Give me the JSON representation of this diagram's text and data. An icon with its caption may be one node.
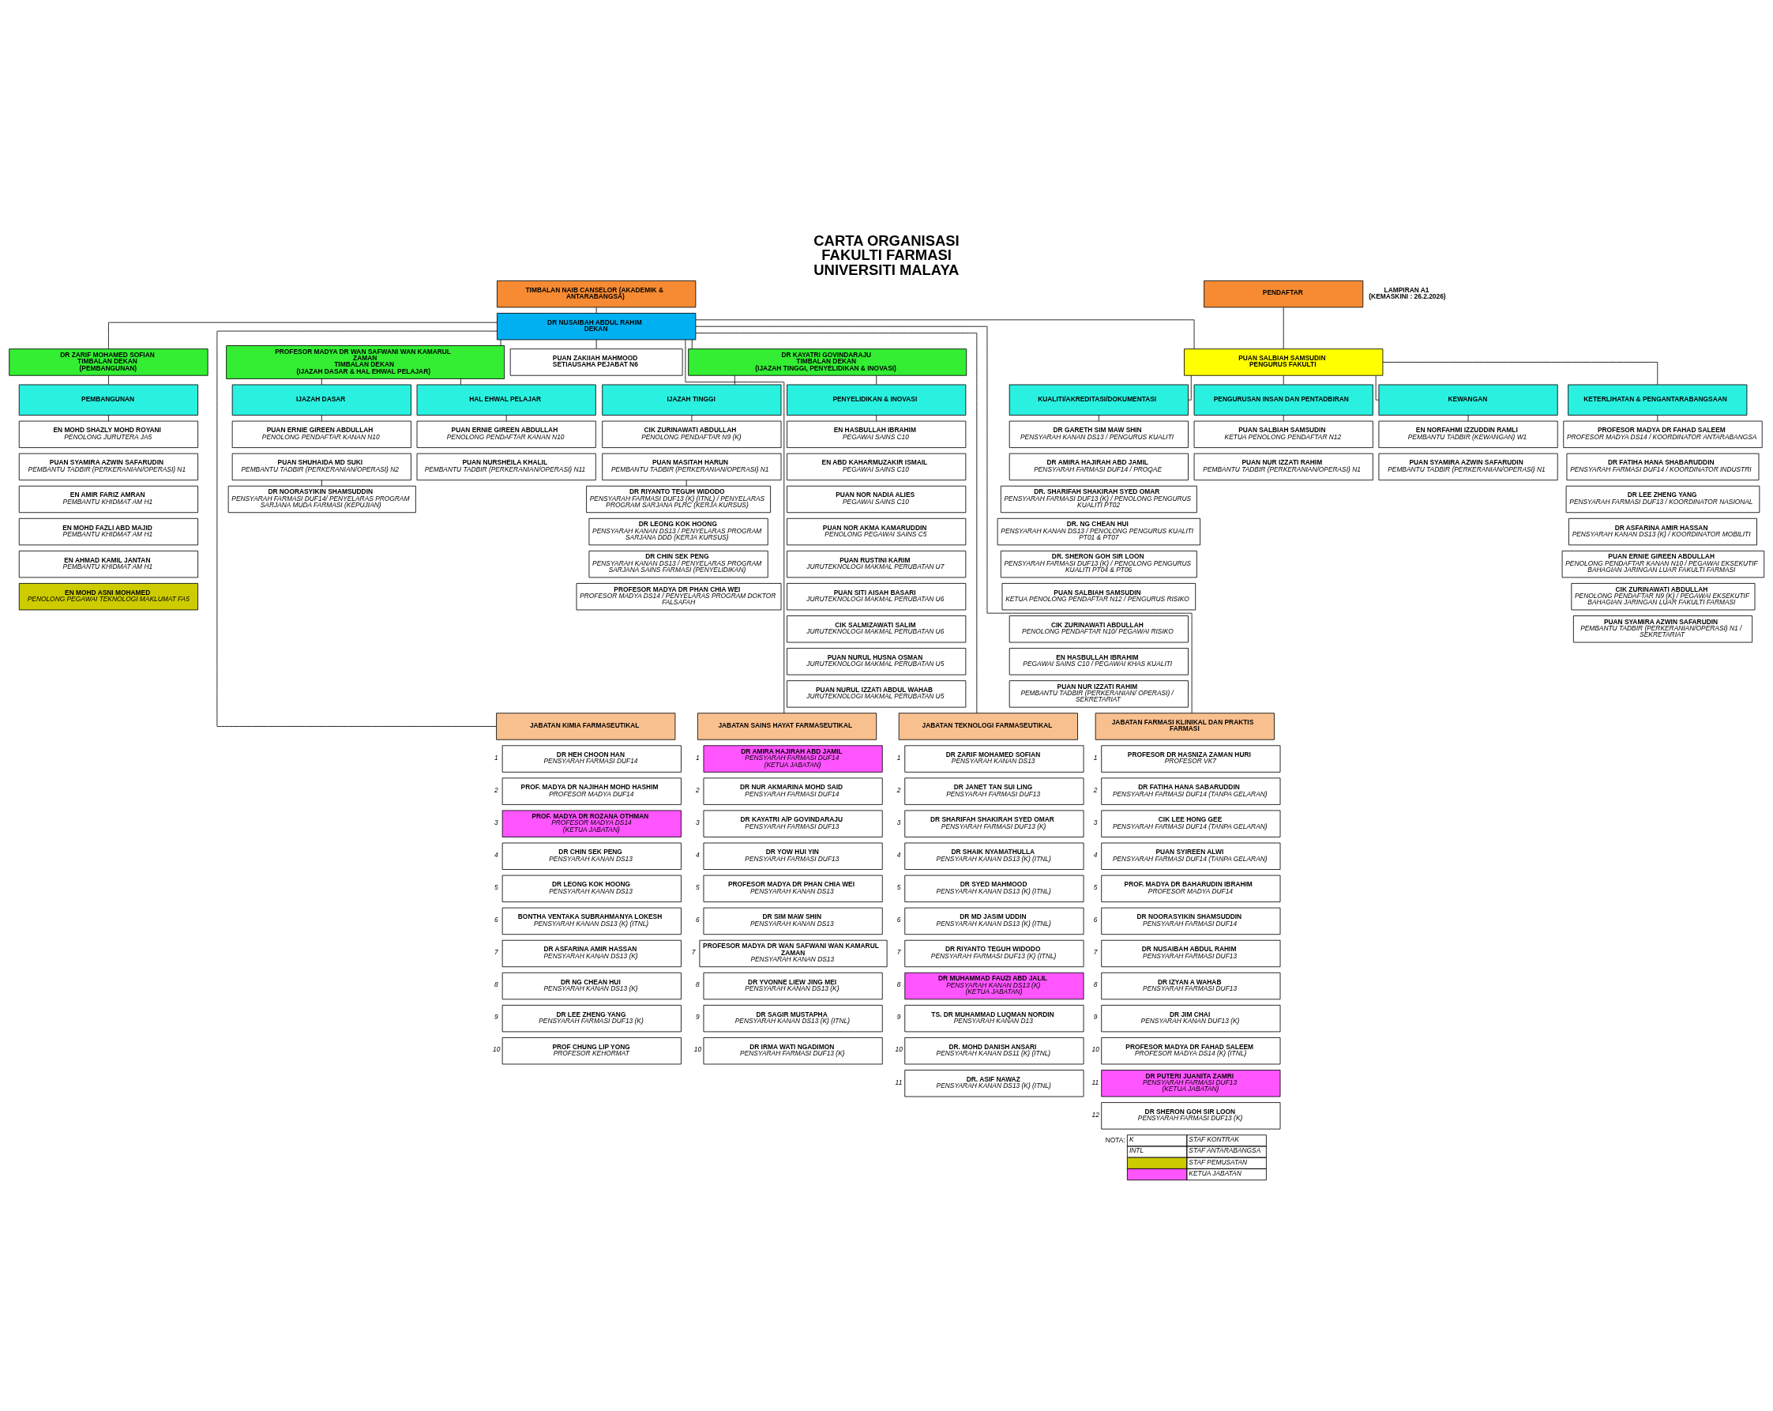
{
  "diagram": {
    "title": "CARTA ORGANISASI FAKULTI FARMASI UNIVERSITI MALAYA",
    "nodes": [
      {
        "text": [
          "TIMBALAN NAIB CANSELOR (AKADEMIK & ANTARABANGSA)"
        ]
      },
      {
        "text": [
          "PENDAFTAR"
        ]
      },
      {
        "text": [
          "DR NUSAIBAH ABDUL RAHIM",
          "DEKAN"
        ]
      },
      {
        "text": [
          "PUAN ZAKIIAH MAHMOOD",
          "SETIAUSAHA PEJABAT N6"
        ]
      },
      {
        "text": [
          "PROFESOR MADYA DR WAN SAFWANI WAN KAMARUL ZAMAN",
          "TIMBALAN DEKAN",
          "(IJAZAH DASAR & HAL EHWAL PELAJAR)"
        ]
      },
      {
        "text": [
          "DR KAYATRI GOVINDARAJU",
          "TIMBALAN DEKAN",
          "(IJAZAH TINGGI, PENYELIDIKAN & INOVASI)"
        ]
      },
      {
        "text": [
          "DR ZARIF MOHAMED SOFIAN",
          "TIMBALAN DEKAN",
          "(PEMBANGUNAN)"
        ]
      },
      {
        "text": [
          "PUAN SALBIAH SAMSUDIN",
          "PENGURUS FAKULTI"
        ]
      },
      {
        "text": [
          "IJAZAH DASAR"
        ]
      },
      {
        "text": [
          "HAL EHWAL PELAJAR"
        ]
      },
      {
        "text": [
          "IJAZAH TINGGI"
        ]
      },
      {
        "text": [
          "PENYELIDIKAN & INOVASI"
        ]
      },
      {
        "text": [
          "PEMBANGUNAN"
        ]
      },
      {
        "text": [
          "PENGURUSAN INSAN DAN PENTADBIRAN"
        ]
      },
      {
        "text": [
          "KUALITI/AKREDITASI/DOKUMENTASI"
        ]
      },
      {
        "text": [
          "KEWANGAN"
        ]
      },
      {
        "text": [
          "KETERLIHATAN & PENGANTARABANGSAAN"
        ]
      },
      {
        "text": [
          "PUAN ERNIE GIREEN ABDULLAH",
          "PENOLONG PENDAFTAR KANAN N10"
        ]
      },
      {
        "text": [
          "PUAN SHUHAIDA MD SUKI",
          "PEMBANTU TADBIR (PERKERANIAN/OPERASI) N2"
        ]
      },
      {
        "text": [
          "DR NOORASYIKIN SHAMSUDDIN",
          "PENSYARAH FARMASI DUF14/ PENYELARAS PROGRAM SARJANA MUDA FARMASI (KEPUJIAN)"
        ]
      },
      {
        "text": [
          "PUAN ERNIE GIREEN ABDULLAH",
          "PENOLONG PENDAFTAR KANAN N10"
        ]
      },
      {
        "text": [
          "PUAN NURSHEILA KHALIL",
          "PEMBANTU TADBIR (PERKERANIAN/OPERASI) N11"
        ]
      },
      {
        "text": [
          "CIK ZURINAWATI ABDULLAH",
          "PENOLONG PENDAFTAR N9 (K)"
        ]
      },
      {
        "text": [
          "PUAN MASITAH HARUN",
          "PEMBANTU TADBIR (PERKERANIAN/OPERASI) N1"
        ]
      },
      {
        "text": [
          "DR RIYANTO TEGUH WIDODO",
          "PENSYARAH FARMASI DUF13 (K) (ITNL) / PENYELARAS PROGRAM SARJANA PLRC (KERJA KURSUS)"
        ]
      },
      {
        "text": [
          "DR LEONG KOK HOONG",
          "PENSYARAH KANAN DS13 / PENYELARAS PROGRAM SARJANA DDD (KERJA KURSUS)"
        ]
      },
      {
        "text": [
          "DR CHIN SEK PENG",
          "PENSYARAH KANAN DS13 / PENYELARAS PROGRAM SARJANA SAINS FARMASI (PENYELIDIKAN)"
        ]
      },
      {
        "text": [
          "PROFESOR MADYA DR PHAN CHIA WEI",
          "PROFESOR MADYA DS14 / PENYELARAS PROGRAM DOKTOR FALSAFAH"
        ]
      },
      {
        "text": [
          "EN HASBULLAH IBRAHIM",
          "PEGAWAI SAINS C10"
        ]
      },
      {
        "text": [
          "EN ABD KAHARMUZAKIR ISMAIL",
          "PEGAWAI SAINS C10"
        ]
      },
      {
        "text": [
          "PUAN NOR NADIA ALIES",
          "PEGAWAI SAINS C10"
        ]
      },
      {
        "text": [
          "PUAN NOR AKMA KAMARUDDIN",
          "PENOLONG PEGAWAI SAINS C5"
        ]
      },
      {
        "text": [
          "PUAN RUSTINI KARIM",
          "JURUTEKNOLOGI MAKMAL PERUBATAN U7"
        ]
      },
      {
        "text": [
          "PUAN SITI AISAH BASARI",
          "JURUTEKNOLOGI MAKMAL PERUBATAN U6"
        ]
      },
      {
        "text": [
          "CIK SALMIZAWATI SALIM",
          "JURUTEKNOLOGI MAKMAL PERUBATAN U6"
        ]
      },
      {
        "text": [
          "PUAN NURUL HUSNA OSMAN",
          "JURUTEKNOLOGI MAKMAL PERUBATAN U5"
        ]
      },
      {
        "text": [
          "PUAN NURUL IZZATI ABDUL WAHAB",
          "JURUTEKNOLOGI MAKMAL PERUBATAN U5"
        ]
      },
      {
        "text": [
          "EN MOHD SHAZLY MOHD ROYANI",
          "PENOLONG JURUTERA JA5"
        ]
      },
      {
        "text": [
          "PUAN SYAMIRA AZWIN SAFARUDIN",
          "PEMBANTU TADBIR (PERKERANIAN/OPERASI) N1"
        ]
      },
      {
        "text": [
          "EN AMIR FARIZ AMRAN",
          "PEMBANTU KHIDMAT AM H1"
        ]
      },
      {
        "text": [
          "EN MOHD FAZLI ABD MAJID",
          "PEMBANTU KHIDMAT AM H1"
        ]
      },
      {
        "text": [
          "EN AHMAD KAMIL JANTAN",
          "PEMBANTU KHIDMAT AM H1"
        ]
      },
      {
        "text": [
          "EN MOHD ASNI MOHAMED",
          "PENOLONG PEGAWAI TEKNOLOGI MAKLUMAT FA5"
        ]
      },
      {
        "text": [
          "PUAN SALBIAH SAMSUDIN",
          "KETUA PENOLONG PENDAFTAR N12"
        ]
      },
      {
        "text": [
          "PUAN NUR IZZATI RAHIM",
          "PEMBANTU TADBIR (PERKERANIAN/OPERASI) N1"
        ]
      },
      {
        "text": [
          "DR GARETH SIM MAW SHIN",
          "PENSYARAH KANAN DS13 / PENGURUS KUALITI"
        ]
      },
      {
        "text": [
          "DR AMIRA HAJIRAH ABD JAMIL",
          "PENSYARAH FARMASI DUF14 / PROQAE"
        ]
      },
      {
        "text": [
          "DR. SHARIFAH SHAKIRAH SYED OMAR",
          "PENSYARAH FARMASI DUF13 (K) / PENOLONG PENGURUS KUALITI PT02"
        ]
      },
      {
        "text": [
          "DR. NG CHEAN HUI",
          "PENSYARAH KANAN DS13 / PENOLONG PENGURUS KUALITI PT01 & PT07"
        ]
      },
      {
        "text": [
          "DR. SHERON GOH SIR LOON",
          "PENSYARAH FARMASI DUF13 (K) / PENOLONG PENGURUS KUALITI PT04 & PT06"
        ]
      },
      {
        "text": [
          "PUAN SALBIAH SAMSUDIN",
          "KETUA PENOLONG PENDAFTAR N12 / PENGURUS RISIKO"
        ]
      },
      {
        "text": [
          "CIK ZURINAWATI ABDULLAH",
          "PENOLONG PENDAFTAR N10/ PEGAWAI RISIKO"
        ]
      },
      {
        "text": [
          "EN HASBULLAH IBRAHIM",
          "PEGAWAI SAINS C10 / PEGAWAI KHAS KUALITI"
        ]
      },
      {
        "text": [
          "PUAN NUR IZZATI RAHIM",
          "PEMBANTU TADBIR (PERKERANIAN/ OPERASI) / SEKRETARIAT"
        ]
      },
      {
        "text": [
          "EN NORFAHMI IZZUDDIN RAMLI",
          "PEMBANTU TADBIR (KEWANGAN) W1"
        ]
      },
      {
        "text": [
          "PUAN SYAMIRA AZWIN SAFARUDIN",
          "PEMBANTU TADBIR (PERKERANIAN/OPERASI) N1"
        ]
      },
      {
        "text": [
          "PROFESOR MADYA DR FAHAD SALEEM",
          "PROFESOR MADYA DS14 / KOORDINATOR ANTARABANGSA"
        ]
      },
      {
        "text": [
          "DR FATIHA HANA SHABARUDDIN",
          "PENSYARAH FARMASI DUF14 / KOORDINATOR INDUSTRI"
        ]
      },
      {
        "text": [
          "DR LEE ZHENG YANG",
          "PENSYARAH FARMASI DUF13 / KOORDINATOR NASIONAL"
        ]
      },
      {
        "text": [
          "DR ASFARINA AMIR HASSAN",
          "PENSYARAH KANAN DS13 (K) / KOORDINATOR MOBILITI"
        ]
      },
      {
        "text": [
          "PUAN ERNIE GIREEN ABDULLAH",
          "PENOLONG PENDAFTAR KANAN N10 / PEGAWAI EKSEKUTIF BAHAGIAN JARINGAN LUAR FAKULTI FARMASI"
        ]
      },
      {
        "text": [
          "CIK ZURINAWATI ABDULLAH",
          "PENOLONG PENDAFTAR N9 (K) / PEGAWAI EKSEKUTIF BAHAGIAN JARINGAN LUAR FAKULTI FARMASI"
        ]
      },
      {
        "text": [
          "PUAN SYAMIRA AZWIN SAFARUDIN",
          "PEMBANTU TADBIR (PERKERANIAN/OPERASI) N1 / SEKRETARIAT"
        ]
      },
      {
        "text": [
          "JABATAN FARMASI KLINIKAL DAN PRAKTIS FARMASI"
        ]
      },
      {
        "text": [
          "PROFESOR DR HASNIZA ZAMAN HURI",
          "PROFESOR VK7"
        ],
        "beside": [
          "1"
        ]
      },
      {
        "text": [
          "DR FATIHA HANA SABARUDDIN",
          "PENSYARAH FARMASI DUF14 (TANPA GELARAN)"
        ],
        "beside": [
          "2"
        ]
      },
      {
        "text": [
          "CIK LEE HONG GEE",
          "PENSYARAH FARMASI DUF14 (TANPA GELARAN)"
        ],
        "beside": [
          "3"
        ]
      },
      {
        "text": [
          "PUAN SYIREEN ALWI",
          "PENSYARAH FARMASI DUF14 (TANPA GELARAN)"
        ],
        "beside": [
          "4"
        ]
      },
      {
        "text": [
          "PROF. MADYA DR BAHARUDIN IBRAHIM",
          "PROFESOR MADYA DUF14"
        ],
        "beside": [
          "5"
        ]
      },
      {
        "text": [
          "DR NOORASYIKIN SHAMSUDDIN",
          "PENSYARAH FARMASI DUF14"
        ],
        "beside": [
          "6"
        ]
      },
      {
        "text": [
          "DR NUSAIBAH ABDUL RAHIM",
          "PENSYARAH FARMASI DUF13"
        ],
        "beside": [
          "7"
        ]
      },
      {
        "text": [
          "DR IZYAN A WAHAB",
          "PENSYARAH FARMASI DUF13"
        ],
        "beside": [
          "8"
        ]
      },
      {
        "text": [
          "DR JIM CHAI",
          "PENSYARAH KANAN DUF13 (K)"
        ],
        "beside": [
          "9"
        ]
      },
      {
        "text": [
          "PROFESOR MADYA DR FAHAD SALEEM",
          "PROFESOR MADYA DS14 (K) (ITNL)"
        ],
        "beside": [
          "10"
        ]
      },
      {
        "text": [
          "DR PUTERI JUANITA ZAMRI",
          "PENSYARAH FARMASI DUF13",
          "(KETUA JABATAN)"
        ],
        "beside": [
          "11"
        ]
      },
      {
        "text": [
          "DR SHERON GOH SIR LOON",
          "PENSYARAH FARMASI DUF13 (K)"
        ],
        "beside": [
          "12"
        ]
      },
      {
        "text": [
          "JABATAN KIMIA FARMASEUTIKAL"
        ]
      },
      {
        "text": [
          "DR HEH CHOON HAN",
          "PENSYARAH FARMASI DUF14"
        ],
        "beside": [
          "1"
        ]
      },
      {
        "text": [
          "PROF. MADYA DR NAJIHAH MOHD HASHIM",
          "PROFESOR MADYA DUF14"
        ],
        "beside": [
          "2"
        ]
      },
      {
        "text": [
          "PROF. MADYA DR ROZANA OTHMAN",
          "PROFESOR MADYA DS14",
          "(KETUA JABATAN)"
        ],
        "beside": [
          "3"
        ]
      },
      {
        "text": [
          "DR CHIN SEK PENG",
          "PENSYARAH KANAN DS13"
        ],
        "beside": [
          "4"
        ]
      },
      {
        "text": [
          "DR LEONG KOK HOONG",
          "PENSYARAH KANAN DS13"
        ],
        "beside": [
          "5"
        ]
      },
      {
        "text": [
          "BONTHA VENTAKA SUBRAHMANYA LOKESH",
          "PENSYARAH KANAN DS13 (K) (ITNL)"
        ],
        "beside": [
          "6"
        ]
      },
      {
        "text": [
          "DR ASFARINA AMIR HASSAN",
          "PENSYARAH KANAN DS13 (K)"
        ],
        "beside": [
          "7"
        ]
      },
      {
        "text": [
          "DR NG CHEAN HUI",
          "PENSYARAH KANAN DS13 (K)"
        ],
        "beside": [
          "8"
        ]
      },
      {
        "text": [
          "DR LEE ZHENG YANG",
          "PENSYARAH FARMASI DUF13 (K)"
        ],
        "beside": [
          "9"
        ]
      },
      {
        "text": [
          "PROF CHUNG LIP YONG",
          "PROFESOR KEHORMAT"
        ],
        "beside": [
          "10"
        ]
      },
      {
        "text": [
          "JABATAN SAINS HAYAT FARMASEUTIKAL"
        ]
      },
      {
        "text": [
          "DR AMIRA HAJIRAH ABD JAMIL",
          "PENSYARAH FARMASI DUF14",
          "(KETUA JABATAN)"
        ],
        "beside": [
          "1"
        ]
      },
      {
        "text": [
          "DR NUR AKMARINA MOHD SAID",
          "PENSYARAH FARMASI DUF14"
        ],
        "beside": [
          "2"
        ]
      },
      {
        "text": [
          "DR KAYATRI A/P GOVINDARAJU",
          "PENSYARAH FARMASI DUF13"
        ],
        "beside": [
          "3"
        ]
      },
      {
        "text": [
          "DR YOW HUI YIN",
          "PENSYARAH FARMASI DUF13"
        ],
        "beside": [
          "4"
        ]
      },
      {
        "text": [
          "PROFESOR MADYA DR PHAN CHIA WEI",
          "PENSYARAH KANAN DS13"
        ],
        "beside": [
          "5"
        ]
      },
      {
        "text": [
          "DR SIM MAW SHIN",
          "PENSYARAH KANAN DS13"
        ],
        "beside": [
          "6"
        ]
      },
      {
        "text": [
          "PROFESOR MADYA DR WAN SAFWANI WAN KAMARUL ZAMAN",
          "PENSYARAH KANAN DS13"
        ],
        "beside": [
          "7"
        ]
      },
      {
        "text": [
          "DR YVONNE LIEW JING MEI",
          "PENSYARAH KANAN DS13 (K)"
        ],
        "beside": [
          "8"
        ]
      },
      {
        "text": [
          "DR SAGIR MUSTAPHA",
          "PENSYARAH KANAN DS13 (K) (ITNL)"
        ],
        "beside": [
          "9"
        ]
      },
      {
        "text": [
          "DR IRMA WATI NGADIMON",
          "PENSYARAH FARMASI DUF13 (K)"
        ],
        "beside": [
          "10"
        ]
      },
      {
        "text": [
          "JABATAN TEKNOLOGI FARMASEUTIKAL"
        ]
      },
      {
        "text": [
          "DR ZARIF MOHAMED SOFIAN",
          "PENSYARAH KANAN DS13"
        ],
        "beside": [
          "1"
        ]
      },
      {
        "text": [
          "DR JANET TAN SUI LING",
          "PENSYARAH FARMASI DUF13"
        ],
        "beside": [
          "2"
        ]
      },
      {
        "text": [
          "DR SHARIFAH SHAKIRAH SYED OMAR",
          "PENSYARAH FARMASI DUF13 (K)"
        ],
        "beside": [
          "3"
        ]
      },
      {
        "text": [
          "DR SHAIK NYAMATHULLA",
          "PENSYARAH KANAN DS13 (K) (ITNL)"
        ],
        "beside": [
          "4"
        ]
      },
      {
        "text": [
          "DR SYED MAHMOOD",
          "PENSYARAH KANAN DS13 (K) (ITNL)"
        ],
        "beside": [
          "5"
        ]
      },
      {
        "text": [
          "DR MD JASIM UDDIN",
          "PENSYARAH KANAN DS13 (K) (ITNL)"
        ],
        "beside": [
          "6"
        ]
      },
      {
        "text": [
          "DR RIYANTO TEGUH WIDODO",
          "PENSYARAH FARMASI DUF13 (K) (ITNL)"
        ],
        "beside": [
          "7"
        ]
      },
      {
        "text": [
          "DR MUHAMMAD FAUZI ABD JALIL",
          "PENSYARAH KANAN DS13 (K)",
          "(KETUA JABATAN)"
        ],
        "beside": [
          "8"
        ]
      },
      {
        "text": [
          "TS. DR MUHAMMAD LUQMAN NORDIN",
          "PENSYARAH KANAN D13"
        ],
        "beside": [
          "9"
        ]
      },
      {
        "text": [
          "DR. MOHD DANISH ANSARI",
          "PENSYARAH KANAN DS11 (K) (ITNL)"
        ],
        "beside": [
          "10"
        ]
      },
      {
        "text": [
          "DR. ASIF NAWAZ",
          "PENSYARAH KANAN DS13 (K) (ITNL)"
        ],
        "beside": [
          "11"
        ]
      }
    ],
    "edges": [
      {
        "from": 0,
        "to": 2,
        "arrow": "none"
      },
      {
        "from": 2,
        "to": 3,
        "arrow": "none"
      },
      {
        "from": 2,
        "to": 4,
        "arrow": "none"
      },
      {
        "from": 2,
        "to": 5,
        "arrow": "none"
      },
      {
        "from": 2,
        "to": 6,
        "arrow": "none"
      },
      {
        "from": 2,
        "to": 7,
        "arrow": "none"
      },
      {
        "from": 1,
        "to": 7,
        "arrow": "none"
      },
      {
        "from": 4,
        "to": 8,
        "arrow": "none"
      },
      {
        "from": 4,
        "to": 9,
        "arrow": "none"
      },
      {
        "from": 5,
        "to": 10,
        "arrow": "none"
      },
      {
        "from": 5,
        "to": 11,
        "arrow": "none"
      },
      {
        "from": 6,
        "to": 12,
        "arrow": "none"
      },
      {
        "from": 7,
        "to": 13,
        "arrow": "none"
      },
      {
        "from": 7,
        "to": 14,
        "arrow": "none"
      },
      {
        "from": 7,
        "to": 15,
        "arrow": "none"
      },
      {
        "from": 7,
        "to": 16,
        "arrow": "none"
      },
      {
        "from": 8,
        "to": 17,
        "arrow": "none"
      },
      {
        "from": 9,
        "to": 20,
        "arrow": "none"
      },
      {
        "from": 10,
        "to": 22,
        "arrow": "none"
      },
      {
        "from": 11,
        "to": 28,
        "arrow": "none"
      },
      {
        "from": 12,
        "to": 37,
        "arrow": "none"
      },
      {
        "from": 13,
        "to": 43,
        "arrow": "none"
      },
      {
        "from": 14,
        "to": 45,
        "arrow": "none"
      },
      {
        "from": 15,
        "to": 54,
        "arrow": "none"
      },
      {
        "from": 16,
        "to": 56,
        "arrow": "none"
      },
      {
        "from": 18,
        "to": 19,
        "arrow": "none"
      },
      {
        "from": 23,
        "to": 24,
        "arrow": "none"
      },
      {
        "from": 2,
        "to": 63,
        "arrow": "none"
      },
      {
        "from": 2,
        "to": 76,
        "arrow": "none"
      },
      {
        "from": 2,
        "to": 87,
        "arrow": "none"
      },
      {
        "from": 2,
        "to": 98,
        "arrow": "none"
      }
    ],
    "labels": [
      "LAMPIRAN A1",
      "(KEMASKINI : 26.2.2026)",
      "NOTA:",
      "K",
      "STAF KONTRAK",
      "INTL",
      "STAF ANTARABANGSA"
    ],
    "legend": [
      {
        "text": "STAF PEMUSATAN",
        "color": "#cccc00"
      },
      {
        "text": "KETUA JABATAN",
        "color": "#ff55ff"
      }
    ]
  }
}
